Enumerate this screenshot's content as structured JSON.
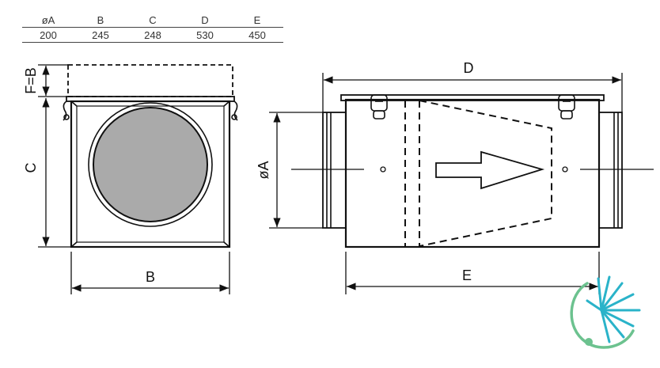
{
  "table": {
    "headers": [
      "øA",
      "B",
      "C",
      "D",
      "E"
    ],
    "values": [
      "200",
      "245",
      "248",
      "530",
      "450"
    ]
  },
  "labels": {
    "fb": "F=B",
    "c": "C",
    "b": "B",
    "d": "D",
    "a": "øA",
    "e": "E"
  },
  "colors": {
    "line": "#111111",
    "filter_fill": "#aaaaaa",
    "logo_green": "#6cc28f",
    "logo_teal": "#2ab3c9"
  },
  "icons": [
    "airflow-arrow-icon",
    "brand-logo-icon"
  ]
}
